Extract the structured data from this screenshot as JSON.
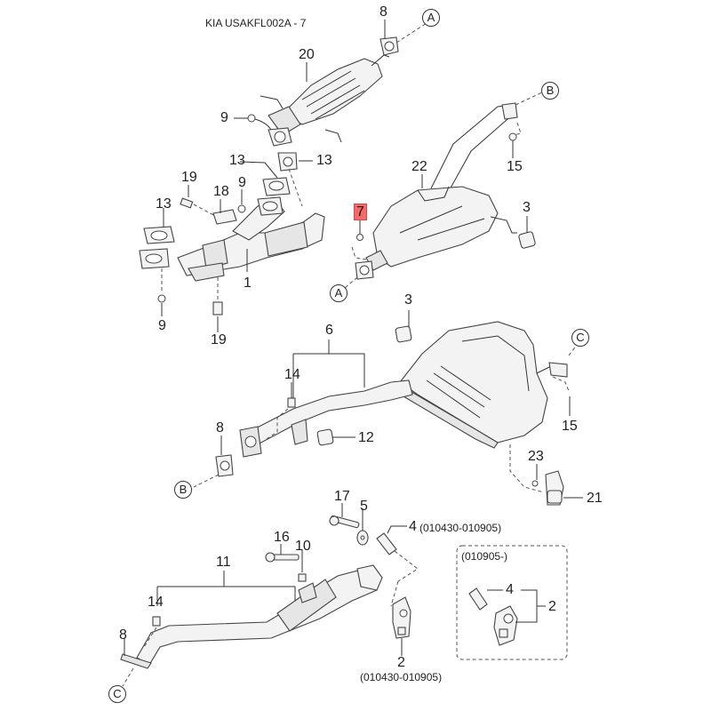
{
  "title": "KIA USAKFL002A - 7",
  "highlight_color": "#f26b6b",
  "highlighted_part": "7",
  "callouts": {
    "p8_top": "8",
    "p20": "20",
    "p9_top": "9",
    "p13_a": "13",
    "p13_b": "13",
    "p13_c": "13",
    "p19_top": "19",
    "p18": "18",
    "p9_mid": "9",
    "p1": "1",
    "p9_bot": "9",
    "p19_bot": "19",
    "p22": "22",
    "p15_top": "15",
    "p7": "7",
    "p3_top": "3",
    "p3_mid": "3",
    "p6": "6",
    "p14_mid": "14",
    "p8_mid": "8",
    "p12": "12",
    "p15_mid": "15",
    "p23": "23",
    "p21": "21",
    "p17": "17",
    "p5": "5",
    "p4_main": "4",
    "p4_main_note": "(010430-010905)",
    "p16": "16",
    "p10": "10",
    "p11": "11",
    "p14_bot": "14",
    "p8_bot": "8",
    "p2_main": "2",
    "p2_main_note": "(010430-010905)",
    "inset_note": "(010905-)",
    "p4_inset": "4",
    "p2_inset": "2"
  },
  "connectors": {
    "A_top": "A",
    "A_mid": "A",
    "B_top": "B",
    "B_mid": "B",
    "C_mid": "C",
    "C_bot": "C"
  }
}
